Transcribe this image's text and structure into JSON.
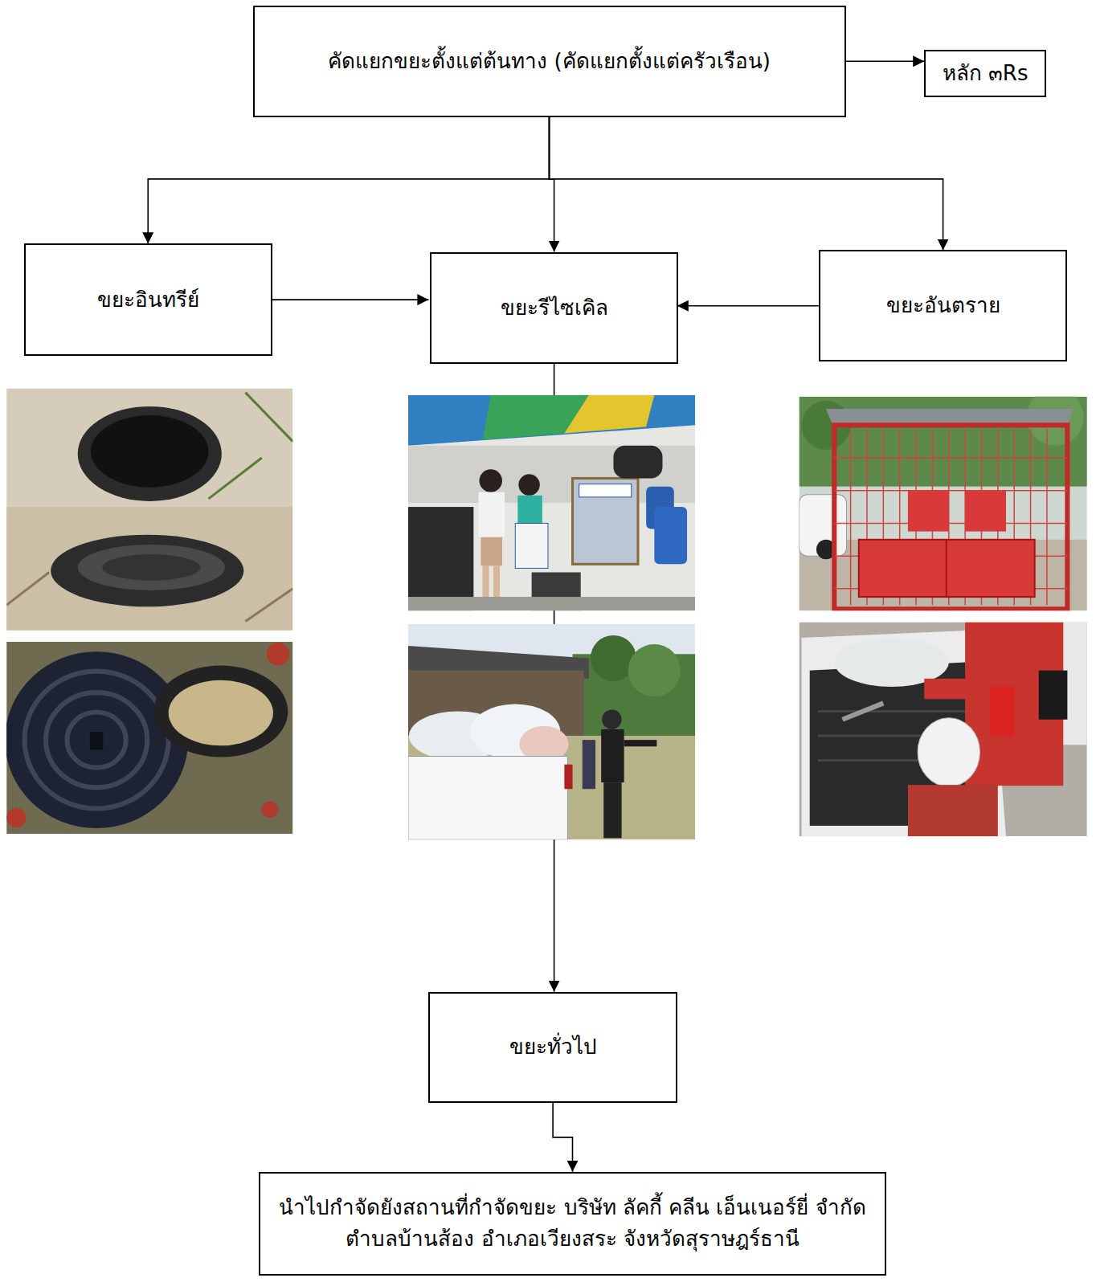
{
  "diagram": {
    "nodes": [
      {
        "text": [
          "คัดแยกขยะตั้งแต่ต้นทาง (คัดแยกตั้งแต่ครัวเรือน)"
        ]
      },
      {
        "text": [
          "หลัก ๓Rs"
        ]
      },
      {
        "text": [
          "ขยะอินทรีย์"
        ]
      },
      {
        "text": [
          "ขยะรีไซเคิล"
        ]
      },
      {
        "text": [
          "ขยะอันตราย"
        ]
      },
      {
        "text": [
          "ขยะทั่วไป"
        ]
      },
      {
        "text": [
          "นำไปกำจัดยังสถานที่กำจัดขยะ บริษัท ลัคกี้ คลีน เอ็นเนอร์ยี่ จำกัด ตำบลบ้านส้อง อำเภอเวียงสระ จังหวัดสุราษฎร์ธานี"
        ]
      }
    ],
    "edges": [
      {
        "from": 0,
        "to": 1,
        "arrow": "to"
      },
      {
        "from": 0,
        "to": 2,
        "arrow": "to"
      },
      {
        "from": 0,
        "to": 3,
        "arrow": "to"
      },
      {
        "from": 0,
        "to": 4,
        "arrow": "to"
      },
      {
        "from": 2,
        "to": 5,
        "arrow": "to"
      },
      {
        "from": 3,
        "to": 5,
        "arrow": "to"
      },
      {
        "from": 4,
        "to": 5,
        "arrow": "to"
      },
      {
        "from": 5,
        "to": 6,
        "arrow": "to"
      }
    ]
  }
}
